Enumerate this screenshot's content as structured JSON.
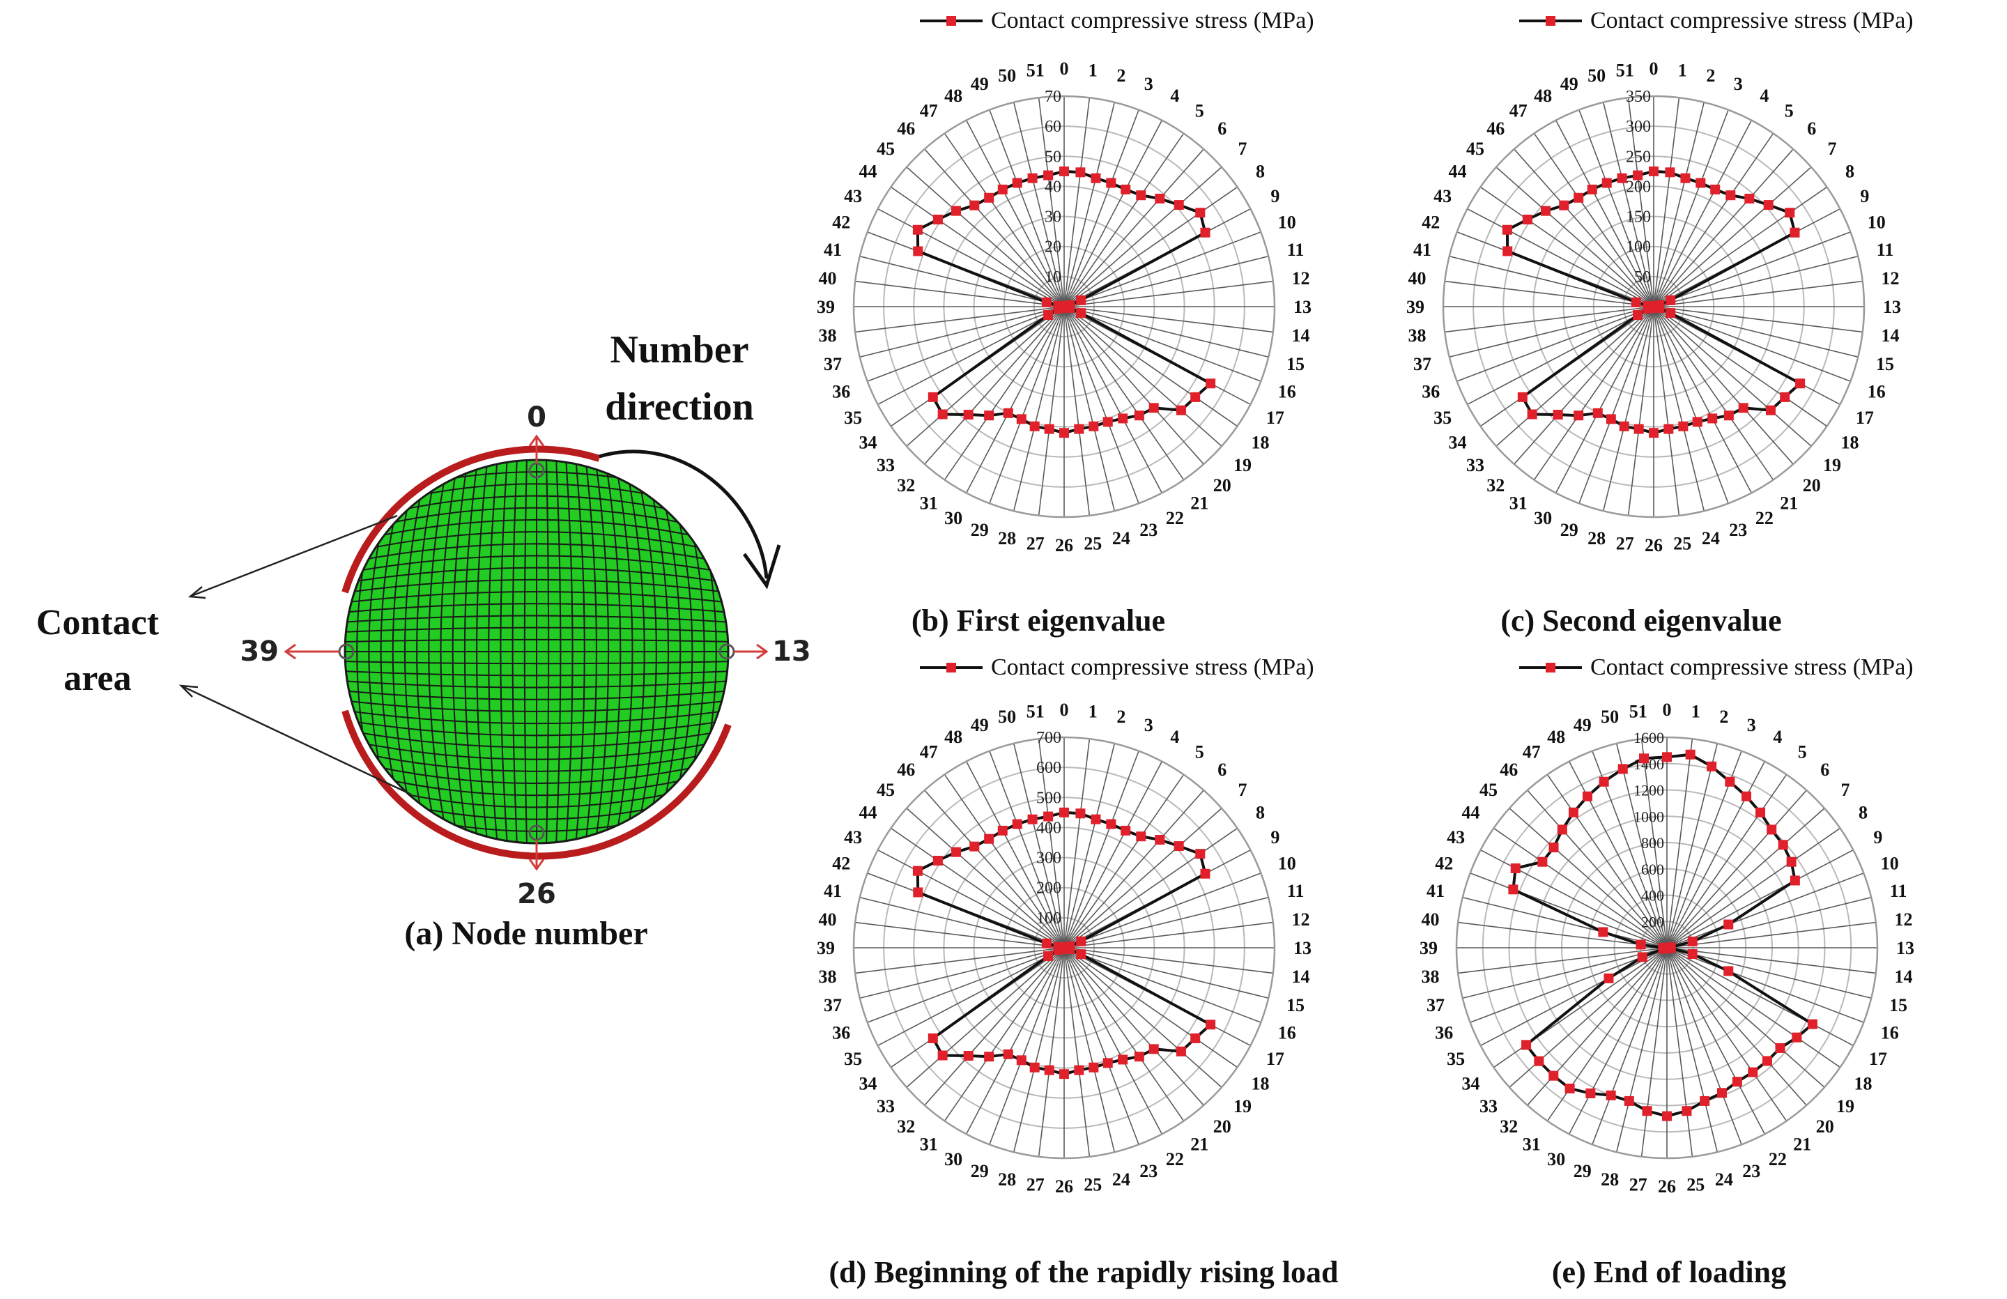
{
  "panel_a": {
    "caption": "(a)  Node number",
    "contact_label_line1": "Contact",
    "contact_label_line2": "area",
    "direction_label_line1": "Number",
    "direction_label_line2": "direction",
    "node_labels": [
      "0",
      "13",
      "26",
      "39"
    ],
    "colors": {
      "fill": "#22cc22",
      "contact_arc": "#b81c1c",
      "node_marker": "#d43c3c",
      "mesh": "#1a1a1a"
    }
  },
  "chart_data": [
    {
      "type": "radar",
      "caption": "(b)  First eigenvalue",
      "legend": "Contact compressive stress (MPa)",
      "legend_position": "top",
      "categories": [
        "0",
        "1",
        "2",
        "3",
        "4",
        "5",
        "6",
        "7",
        "8",
        "9",
        "10",
        "11",
        "12",
        "13",
        "14",
        "15",
        "16",
        "17",
        "18",
        "19",
        "20",
        "21",
        "22",
        "23",
        "24",
        "25",
        "26",
        "27",
        "28",
        "29",
        "30",
        "31",
        "32",
        "33",
        "34",
        "35",
        "36",
        "37",
        "38",
        "39",
        "40",
        "41",
        "42",
        "43",
        "44",
        "45",
        "46",
        "47",
        "48",
        "49",
        "50",
        "51"
      ],
      "r_ticks": [
        10,
        20,
        30,
        40,
        50,
        60,
        70
      ],
      "rlim": [
        0,
        70
      ],
      "grid": true,
      "series": [
        {
          "name": "Contact compressive stress (MPa)",
          "values": [
            45,
            45,
            44,
            44,
            44,
            45,
            48,
            51,
            55,
            53,
            6,
            2,
            1,
            1,
            1,
            2,
            6,
            55,
            53,
            52,
            45,
            44,
            42,
            41,
            41,
            41,
            42,
            41,
            41,
            40,
            40,
            44,
            48,
            54,
            53,
            6,
            2,
            1,
            1,
            1,
            2,
            6,
            52,
            55,
            51,
            48,
            45,
            44,
            44,
            44,
            44,
            44
          ]
        }
      ]
    },
    {
      "type": "radar",
      "caption": "(c)  Second eigenvalue",
      "legend": "Contact compressive stress (MPa)",
      "legend_position": "top",
      "categories": [
        "0",
        "1",
        "2",
        "3",
        "4",
        "5",
        "6",
        "7",
        "8",
        "9",
        "10",
        "11",
        "12",
        "13",
        "14",
        "15",
        "16",
        "17",
        "18",
        "19",
        "20",
        "21",
        "22",
        "23",
        "24",
        "25",
        "26",
        "27",
        "28",
        "29",
        "30",
        "31",
        "32",
        "33",
        "34",
        "35",
        "36",
        "37",
        "38",
        "39",
        "40",
        "41",
        "42",
        "43",
        "44",
        "45",
        "46",
        "47",
        "48",
        "49",
        "50",
        "51"
      ],
      "r_ticks": [
        50,
        100,
        150,
        200,
        250,
        300,
        350
      ],
      "rlim": [
        0,
        350
      ],
      "grid": true,
      "series": [
        {
          "name": "Contact compressive stress (MPa)",
          "values": [
            225,
            225,
            220,
            220,
            220,
            225,
            240,
            255,
            275,
            265,
            30,
            10,
            5,
            5,
            5,
            10,
            30,
            275,
            265,
            260,
            225,
            220,
            210,
            205,
            205,
            205,
            210,
            205,
            205,
            200,
            200,
            220,
            240,
            270,
            265,
            30,
            10,
            5,
            5,
            5,
            10,
            30,
            260,
            275,
            255,
            240,
            225,
            220,
            220,
            220,
            220,
            220
          ]
        }
      ]
    },
    {
      "type": "radar",
      "caption": "(d)  Beginning of the rapidly rising load",
      "legend": "Contact compressive stress (MPa)",
      "legend_position": "top",
      "categories": [
        "0",
        "1",
        "2",
        "3",
        "4",
        "5",
        "6",
        "7",
        "8",
        "9",
        "10",
        "11",
        "12",
        "13",
        "14",
        "15",
        "16",
        "17",
        "18",
        "19",
        "20",
        "21",
        "22",
        "23",
        "24",
        "25",
        "26",
        "27",
        "28",
        "29",
        "30",
        "31",
        "32",
        "33",
        "34",
        "35",
        "36",
        "37",
        "38",
        "39",
        "40",
        "41",
        "42",
        "43",
        "44",
        "45",
        "46",
        "47",
        "48",
        "49",
        "50",
        "51"
      ],
      "r_ticks": [
        100,
        200,
        300,
        400,
        500,
        600,
        700
      ],
      "rlim": [
        0,
        700
      ],
      "grid": true,
      "series": [
        {
          "name": "Contact compressive stress (MPa)",
          "values": [
            450,
            450,
            440,
            440,
            440,
            450,
            480,
            510,
            550,
            530,
            60,
            20,
            10,
            10,
            10,
            20,
            60,
            550,
            530,
            520,
            450,
            440,
            420,
            410,
            410,
            410,
            420,
            410,
            410,
            400,
            400,
            440,
            480,
            540,
            530,
            60,
            20,
            10,
            10,
            10,
            20,
            60,
            520,
            550,
            510,
            480,
            450,
            440,
            440,
            440,
            440,
            440
          ]
        }
      ]
    },
    {
      "type": "radar",
      "caption": "(e) End of loading",
      "legend": "Contact compressive stress (MPa)",
      "legend_position": "top",
      "categories": [
        "0",
        "1",
        "2",
        "3",
        "4",
        "5",
        "6",
        "7",
        "8",
        "9",
        "10",
        "11",
        "12",
        "13",
        "14",
        "15",
        "16",
        "17",
        "18",
        "19",
        "20",
        "21",
        "22",
        "23",
        "24",
        "25",
        "26",
        "27",
        "28",
        "29",
        "30",
        "31",
        "32",
        "33",
        "34",
        "35",
        "36",
        "37",
        "38",
        "39",
        "40",
        "41",
        "42",
        "43",
        "44",
        "45",
        "46",
        "47",
        "48",
        "49",
        "50",
        "51"
      ],
      "r_ticks": [
        200,
        400,
        600,
        800,
        1000,
        1200,
        1400,
        1600
      ],
      "rlim": [
        0,
        1600
      ],
      "grid": true,
      "series": [
        {
          "name": "Contact compressive stress (MPa)",
          "values": [
            1450,
            1480,
            1420,
            1350,
            1300,
            1250,
            1200,
            1180,
            1150,
            1100,
            500,
            200,
            30,
            20,
            30,
            200,
            500,
            1250,
            1200,
            1150,
            1150,
            1150,
            1150,
            1180,
            1200,
            1250,
            1280,
            1250,
            1200,
            1200,
            1250,
            1300,
            1300,
            1300,
            1300,
            500,
            200,
            30,
            20,
            30,
            200,
            500,
            1250,
            1300,
            1150,
            1150,
            1200,
            1250,
            1300,
            1350,
            1400,
            1450
          ]
        }
      ]
    }
  ]
}
